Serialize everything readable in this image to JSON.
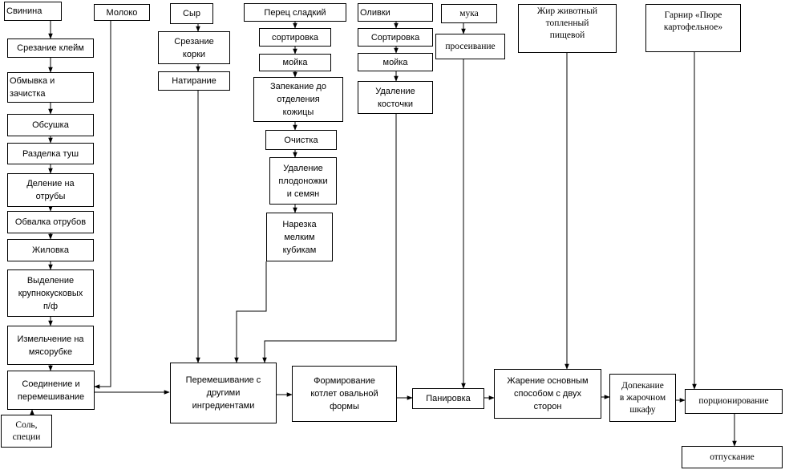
{
  "nodes": {
    "pork": "Свинина",
    "milk": "Молоко",
    "trim_marks": "Срезание клейм",
    "wash_clean": "Обмывка и\nзачистка",
    "drying": "Обсушка",
    "carcass_cutting": "Разделка туш",
    "division_cuts": "Деление на\nотрубы",
    "deboning": "Обвалка отрубов",
    "trimming": "Жиловка",
    "large_pieces": "Выделение\nкрупнокусковых\nп/ф",
    "mincing": "Измельчение на\nмясорубке",
    "combine_mix": "Соединение и\nперемешивание",
    "salt_spices": "Соль,\nспеции",
    "cheese": "Сыр",
    "rind_cut": "Срезание\nкорки",
    "grating": "Натирание",
    "sweet_pepper": "Перец сладкий",
    "pepper_sort": "сортировка",
    "pepper_wash": "мойка",
    "pepper_bake": "Запекание до\nотделения\nкожицы",
    "pepper_peel": "Очистка",
    "pepper_seed": "Удаление\nплодоножки\nи семян",
    "pepper_dice": "Нарезка\nмелким\nкубикам",
    "olives": "Оливки",
    "olive_sort": "Сортировка",
    "olive_wash": "мойка",
    "olive_pit": "Удаление\nкосточки",
    "flour": "мука",
    "sifting": "просеивание",
    "fat": "Жир животный\nтопленный\nпищевой",
    "garnish": "Гарнир «Пюре\nкартофельное»",
    "mix_other": "Перемешивание с\nдругими\nингредиентами",
    "forming": "Формирование\nкотлет овальной\nформы",
    "breading": "Панировка",
    "frying": "Жарение основным\nспособом с двух\nсторон",
    "oven_finish": "Допекание\nв жарочном\nшкафу",
    "portioning": "порционирование",
    "serving": "отпускание"
  }
}
